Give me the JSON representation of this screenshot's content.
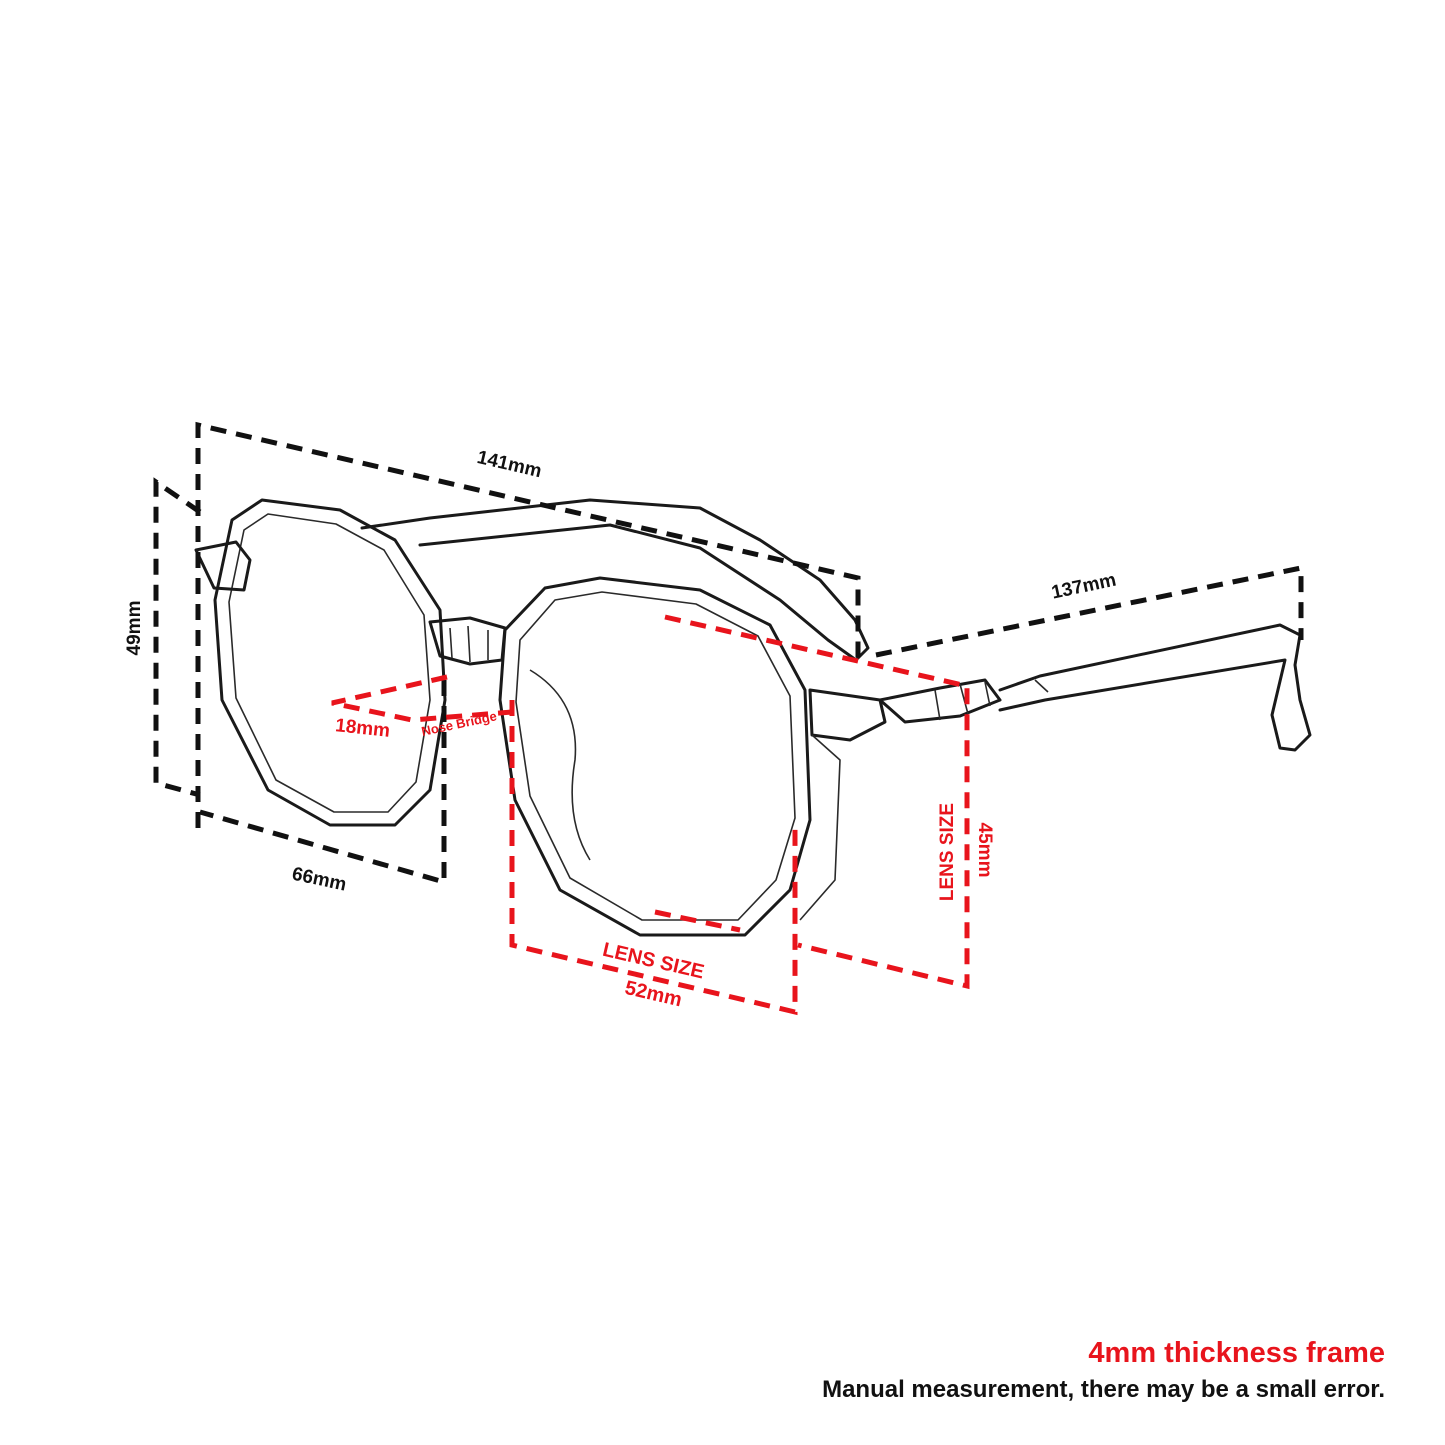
{
  "measurements": {
    "total_width": "141mm",
    "temple_length": "137mm",
    "frame_height": "49mm",
    "frame_width": "66mm",
    "bridge_width": "18mm",
    "bridge_label": "Nose Bridge",
    "lens_height_caption": "LENS SIZE",
    "lens_height": "45mm",
    "lens_width_caption": "LENS SIZE",
    "lens_width": "52mm"
  },
  "footer": {
    "title": "4mm thickness frame",
    "subtitle": "Manual measurement, there may be a small error."
  },
  "colors": {
    "accent": "#e8141c",
    "ink": "#111111",
    "background": "#ffffff"
  }
}
